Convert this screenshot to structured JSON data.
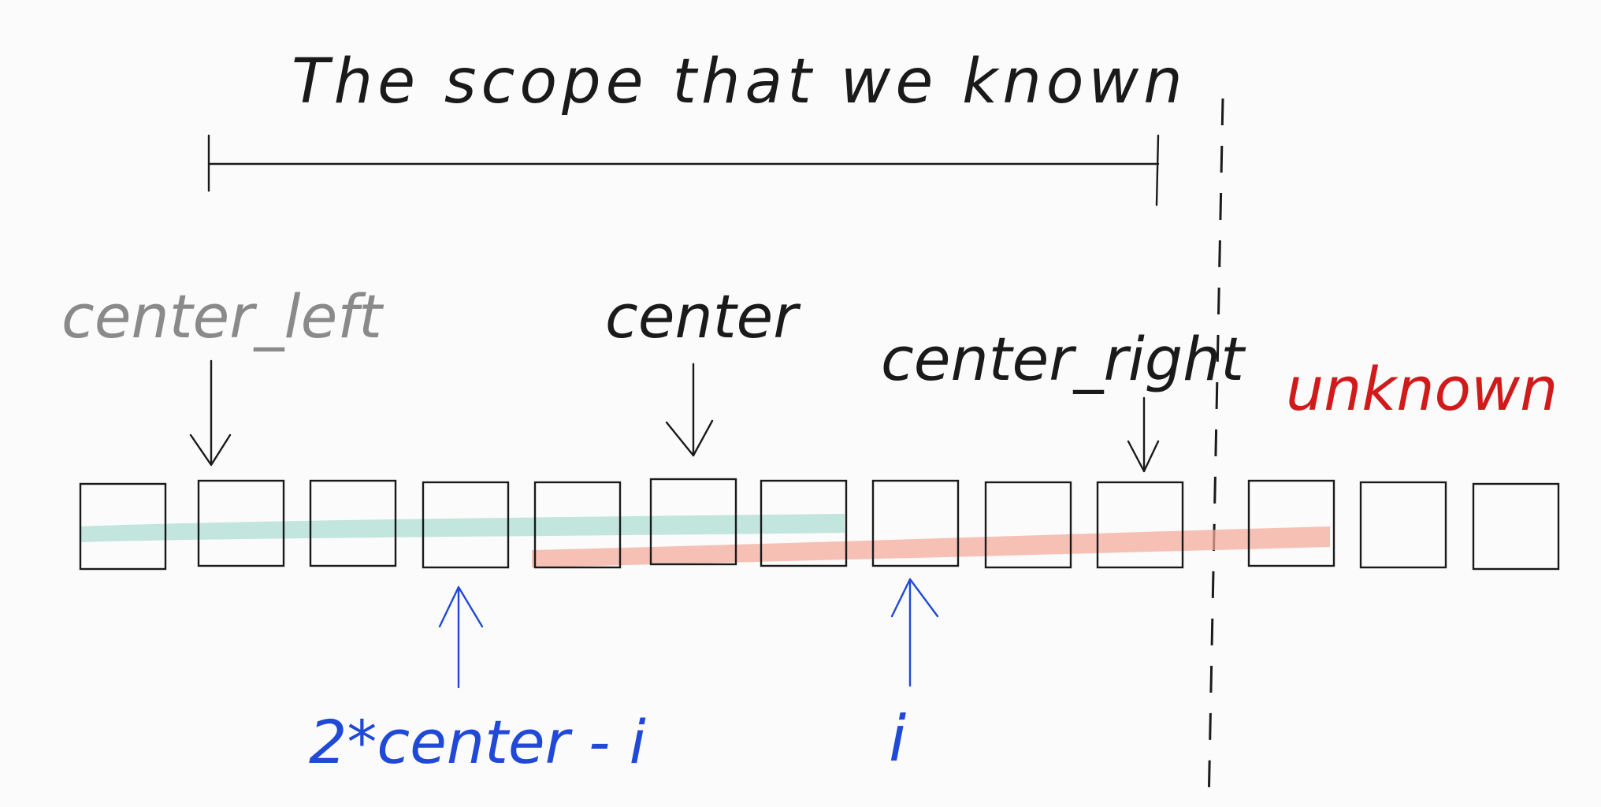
{
  "labels": {
    "title": "The scope that we known",
    "center_left": "center_left",
    "center": "center",
    "center_right": "center_right",
    "unknown": "unknown",
    "mirror": "2*center - i",
    "i": "i"
  },
  "array": {
    "cell_count": 13,
    "known_cell_count": 10
  },
  "colors": {
    "ink": "#1a1a1a",
    "grey_label": "#8a8a8a",
    "blue_label": "#1f49d6",
    "red_label": "#d11a1a",
    "teal_highlight": "#a9dcd2",
    "salmon_highlight": "#f4a99a",
    "background": "#fbfbfb"
  }
}
